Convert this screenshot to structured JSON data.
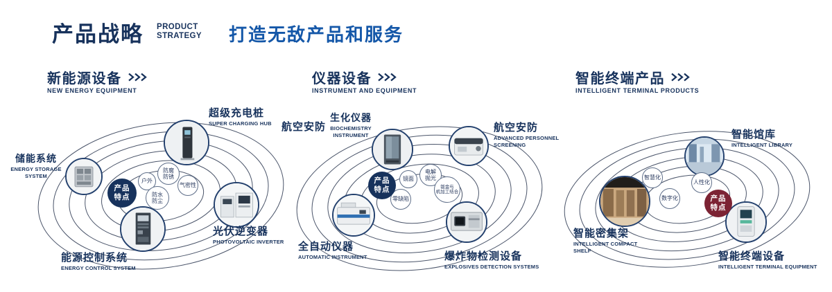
{
  "header": {
    "title": "产品战略",
    "subtitle_line1": "PRODUCT",
    "subtitle_line2": "STRATEGY",
    "slogan": "打造无敌产品和服务"
  },
  "colors": {
    "navy": "#17325c",
    "slogan_blue": "#1457a8",
    "badge_navy": "#17325c",
    "badge_maroon": "#7c2334",
    "orbit_line": "#2b3750",
    "circle_border": "#24416e"
  },
  "badge": {
    "line1": "产品",
    "line2": "特点"
  },
  "sections": [
    {
      "title": "新能源设备",
      "subtitle": "NEW ENERGY EQUIPMENT",
      "products": [
        {
          "name": "储能系统",
          "en": "ENERGY STORAGE SYSTEM"
        },
        {
          "name": "超级充电桩",
          "en": "SUPER CHARGING HUB"
        },
        {
          "name": "光伏逆变器",
          "en": "PHOTOVOLTAIC INVERTER"
        },
        {
          "name": "能源控制系统",
          "en": "ENERGY CONTROL SYSTEM"
        }
      ],
      "features": [
        {
          "label": "户外"
        },
        {
          "label": "防腐防锈",
          "line1": "防腐",
          "line2": "防锈"
        },
        {
          "label": "气密性"
        },
        {
          "label": "防水防尘",
          "line1": "防水",
          "line2": "防尘"
        }
      ]
    },
    {
      "title": "仪器设备",
      "subtitle": "INSTRUMENT AND EQUIPMENT",
      "side_label": "航空安防",
      "products": [
        {
          "name": "生化仪器",
          "en": "BIOCHEMISTRY INSTRUMENT"
        },
        {
          "name": "航空安防",
          "en": "ADVANCED PERSONNEL SCREENING"
        },
        {
          "name": "全自动仪器",
          "en": "AUTOMATIC INSTRUMENT"
        },
        {
          "name": "爆炸物检测设备",
          "en": "EXPLOSIVES DETECTION SYSTEMS"
        }
      ],
      "features": [
        {
          "label": "镜面"
        },
        {
          "label": "电解抛光",
          "line1": "电解",
          "line2": "抛光"
        },
        {
          "label": "零缺陷"
        },
        {
          "label": "钣金与机加工结合",
          "line1": "钣金与",
          "line2": "机加工结合"
        }
      ]
    },
    {
      "title": "智能终端产品",
      "subtitle": "INTELLIGENT TERMINAL PRODUCTS",
      "products": [
        {
          "name": "智能馆库",
          "en": "INTELLIGENT LIBRARY"
        },
        {
          "name": "智能密集架",
          "en": "INTELLIGENT COMPACT SHELF"
        },
        {
          "name": "智能终端设备",
          "en": "INTELLIGENT TERMINAL EQUIPMENT"
        }
      ],
      "features": [
        {
          "label": "智慧化"
        },
        {
          "label": "人性化"
        },
        {
          "label": "数字化"
        }
      ]
    }
  ]
}
